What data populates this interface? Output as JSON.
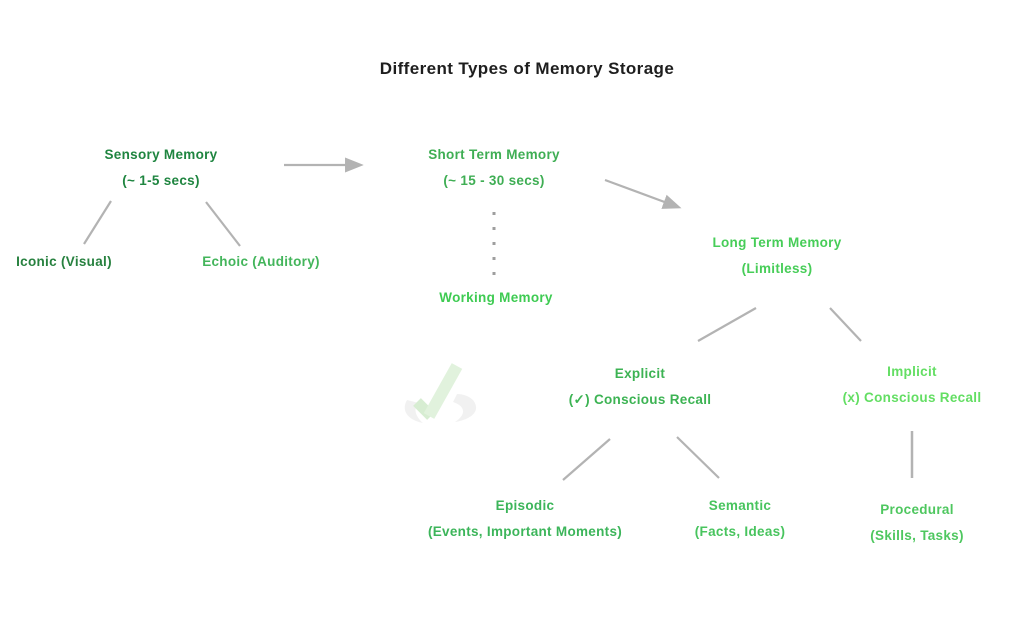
{
  "title": "Different Types of Memory Storage",
  "nodes": {
    "sensory": {
      "title": "Sensory Memory",
      "subtitle": "(~ 1-5 secs)",
      "color": "#1f8540"
    },
    "short_term": {
      "title": "Short Term Memory",
      "subtitle": "(~ 15 - 30 secs)",
      "color": "#3fae54"
    },
    "iconic": {
      "title": "Iconic (Visual)",
      "color": "#27813f"
    },
    "echoic": {
      "title": "Echoic (Auditory)",
      "color": "#43b55b"
    },
    "working": {
      "title": "Working Memory",
      "color": "#3ecb52"
    },
    "long_term": {
      "title": "Long Term Memory",
      "subtitle": "(Limitless)",
      "color": "#47cd58"
    },
    "explicit": {
      "title": "Explicit",
      "subtitle": "(✓) Conscious Recall",
      "color": "#3cb353"
    },
    "implicit": {
      "title": "Implicit",
      "subtitle": "(x) Conscious Recall",
      "color": "#63de63"
    },
    "episodic": {
      "title": "Episodic",
      "subtitle": "(Events, Important Moments)",
      "color": "#3cb55a"
    },
    "semantic": {
      "title": "Semantic",
      "subtitle": "(Facts, Ideas)",
      "color": "#48c45e"
    },
    "procedural": {
      "title": "Procedural",
      "subtitle": "(Skills, Tasks)",
      "color": "#4ec75f"
    }
  },
  "connectors": {
    "color": "#b3b3b3",
    "dotted_color": "#9e9e9e",
    "links": [
      "sensory-to-short-term-arrow",
      "short-term-to-long-term-arrow",
      "sensory-to-iconic",
      "sensory-to-echoic",
      "short-term-to-working-dotted",
      "long-term-to-explicit",
      "long-term-to-implicit",
      "explicit-to-episodic",
      "explicit-to-semantic",
      "implicit-to-procedural"
    ]
  },
  "watermark": {
    "icon": "checkmark-swoosh-logo",
    "check_color": "#c9e9c2",
    "check_edge_color": "#b7e0ae",
    "swoosh_color": "#e7e7e7"
  }
}
